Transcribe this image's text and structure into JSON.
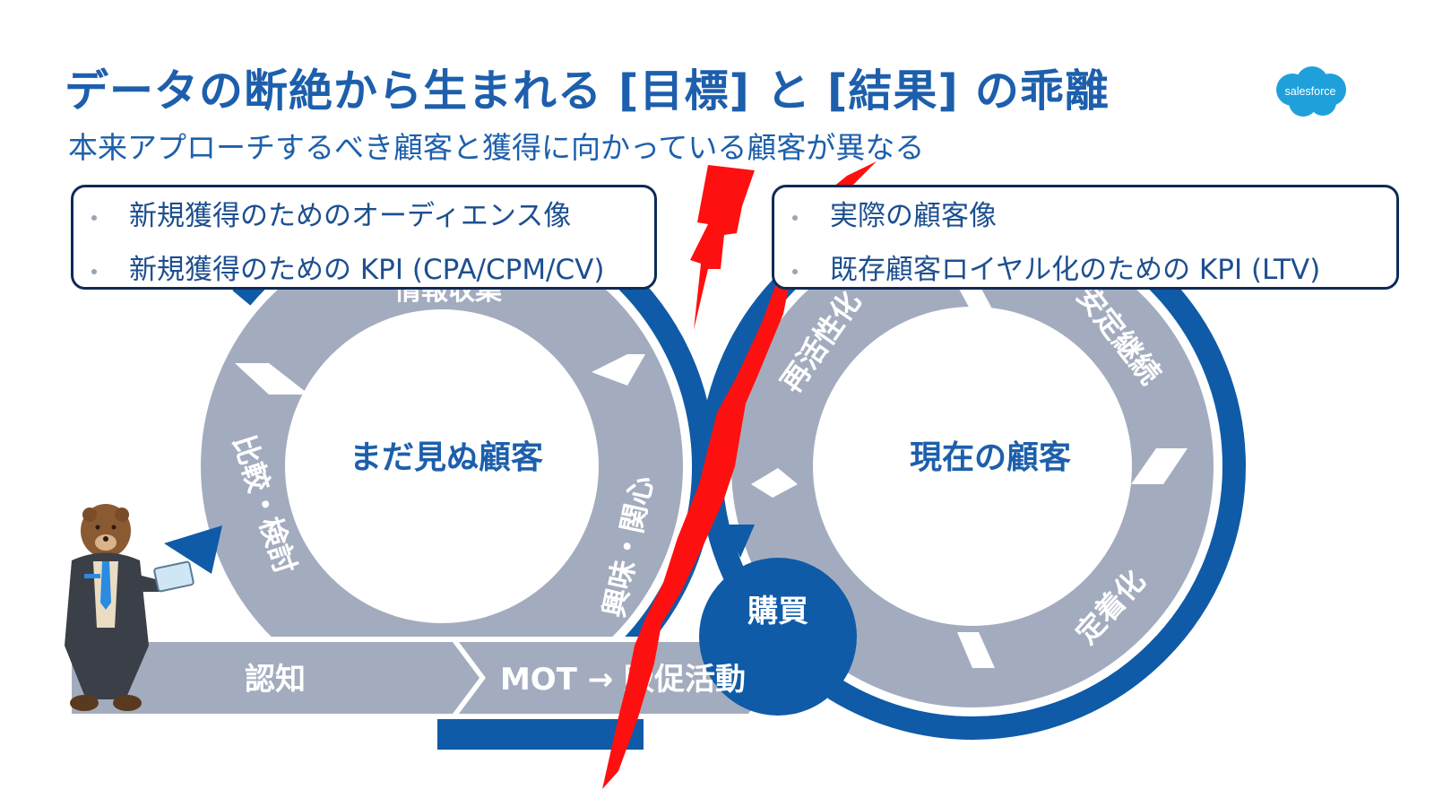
{
  "header": {
    "title": "データの断絶から生まれる [目標] と [結果] の乖離",
    "subtitle": "本来アプローチするべき顧客と獲得に向かっている顧客が異なる"
  },
  "logo": {
    "text": "salesforce",
    "color": "#1fa0db"
  },
  "left_box": {
    "items": [
      "新規獲得のためのオーディエンス像",
      "新規獲得のための KPI (CPA/CPM/CV)"
    ]
  },
  "right_box": {
    "items": [
      "実際の顧客像",
      "既存顧客ロイヤル化のための KPI (LTV)"
    ]
  },
  "left_cycle": {
    "center": "まだ見ぬ顧客",
    "top": "情報収集",
    "left": "比較・検討",
    "right": "興味・関心"
  },
  "right_cycle": {
    "center": "現在の顧客",
    "top_left": "再活性化",
    "top_right": "安定継続",
    "bottom_right": "定着化"
  },
  "bar": {
    "step1": "認知",
    "step2": "MOT → 販促活動",
    "purchase": "購買"
  },
  "colors": {
    "brand_blue": "#1d5fac",
    "ring_blue": "#0f5ba7",
    "segment_gray": "#a3acbe",
    "lightning_red": "#ff1010",
    "box_border": "#0e2a57"
  },
  "icons": {
    "mascot": "bear-mascot-icon",
    "logo": "salesforce-cloud-icon"
  }
}
